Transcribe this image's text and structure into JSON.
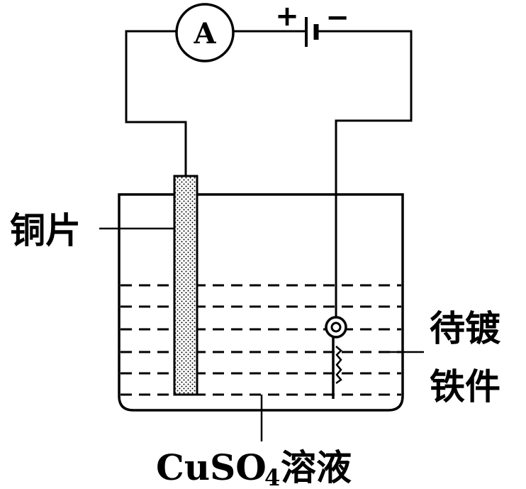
{
  "ammeter": {
    "symbol": "A"
  },
  "battery": {
    "positive": "+",
    "negative": "−"
  },
  "labels": {
    "copper_plate": "铜片",
    "iron_part_line1": "待镀",
    "iron_part_line2": "铁件",
    "solution_formula": "CuSO",
    "solution_subscript": "4",
    "solution_suffix": "溶液"
  }
}
